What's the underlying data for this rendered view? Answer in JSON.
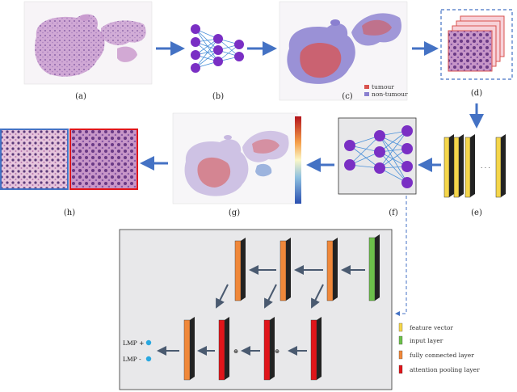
{
  "captions": {
    "a": "(a)",
    "b": "(b)",
    "c": "(c)",
    "d": "(d)",
    "e": "(e)",
    "f": "(f)",
    "g": "(g)",
    "h": "(h)"
  },
  "heatmap_legend": {
    "tumour": "tumour",
    "non_tumour": "non-tumour"
  },
  "feature_dots": "· · ·",
  "operators": {
    "plus": "⊕"
  },
  "outputs": {
    "lmp_pos": "LMP +",
    "lmp_neg": "LMP -"
  },
  "legend": {
    "feature_vector": "feature vector",
    "input_layer": "input layer",
    "fully_connected": "fully connected layer",
    "attention_pooling": "attention pooling layer"
  },
  "colors": {
    "arrow_blue": "#4472c4",
    "tumour": "#d9534f",
    "non_tumour": "#8a7fd0",
    "feature_yellow": "#f5d64a",
    "input_green": "#6cc04a",
    "fc_orange": "#f0883a",
    "attention_red": "#e0151a",
    "output_dot": "#29a8e0",
    "node_purple": "#7a2fc4",
    "panel_gray": "#e8e8ea"
  }
}
